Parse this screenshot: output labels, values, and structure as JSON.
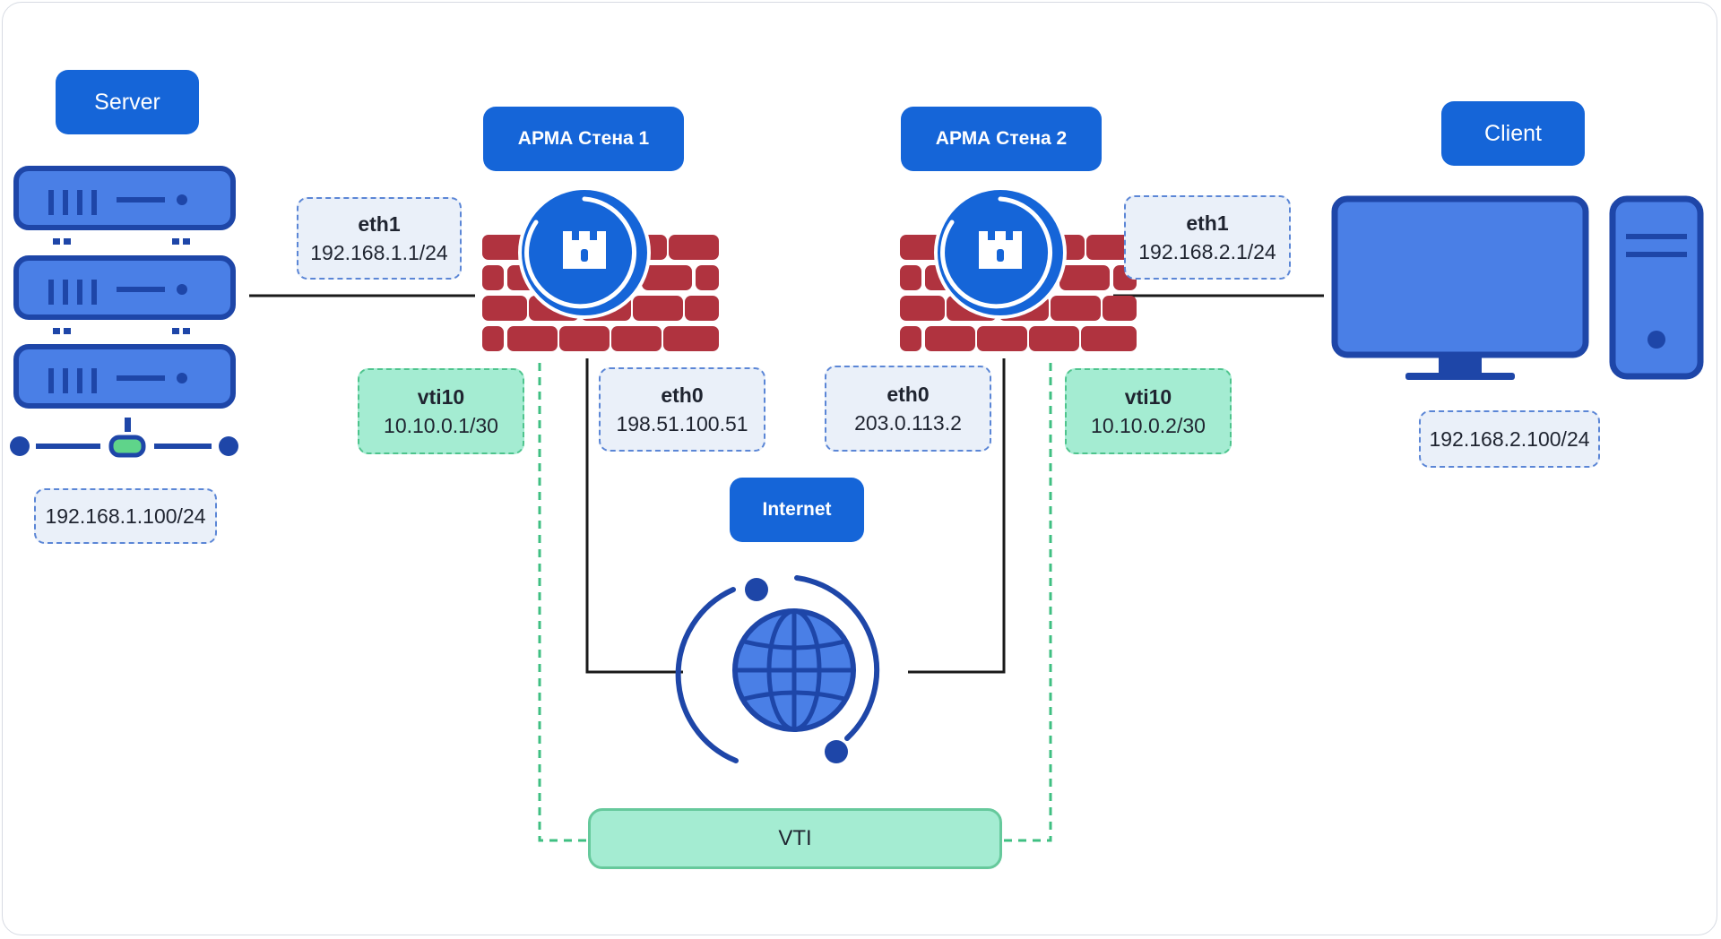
{
  "nodes": {
    "server": {
      "title": "Server",
      "ip": "192.168.1.100/24"
    },
    "fw1": {
      "title": "АРМА Стена 1",
      "eth1": {
        "name": "eth1",
        "ip": "192.168.1.1/24"
      },
      "eth0": {
        "name": "eth0",
        "ip": "198.51.100.51"
      },
      "vti": {
        "name": "vti10",
        "ip": "10.10.0.1/30"
      }
    },
    "fw2": {
      "title": "АРМА Стена 2",
      "eth1": {
        "name": "eth1",
        "ip": "192.168.2.1/24"
      },
      "eth0": {
        "name": "eth0",
        "ip": "203.0.113.2"
      },
      "vti": {
        "name": "vti10",
        "ip": "10.10.0.2/30"
      }
    },
    "client": {
      "title": "Client",
      "ip": "192.168.2.100/24"
    },
    "internet": {
      "title": "Internet"
    },
    "tunnel": {
      "label": "VTI"
    }
  },
  "colors": {
    "brand_blue": "#1565d8",
    "device_blue": "#4a7fe6",
    "device_dark": "#1e46a8",
    "firewall_red": "#b0333f",
    "tunnel_green": "#a4ecd2",
    "tunnel_border": "#4ec48d",
    "label_border": "#5b86d6",
    "label_bg": "#eaf0f9"
  },
  "icons": [
    "server-rack-icon",
    "firewall-icon",
    "fortress-icon",
    "globe-icon",
    "desktop-icon",
    "pc-tower-icon"
  ]
}
